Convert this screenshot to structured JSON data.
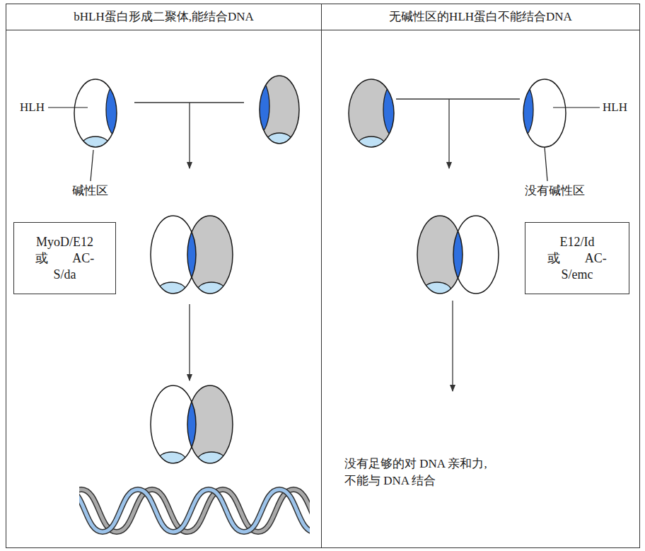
{
  "diagram": {
    "nodes": [
      {
        "text": [
          "bHLH蛋白形成二聚体,能结合DNA"
        ]
      },
      {
        "text": [
          "MyoD/E12 或 AC-S/da"
        ],
        "in": 0
      },
      {
        "text": [
          "无碱性区的HLH蛋白不能结合DNA"
        ]
      },
      {
        "text": [
          "E12/Id 或 AC-S/emc"
        ],
        "in": 2
      }
    ],
    "labels": [
      "HLH",
      "碱性区",
      "HLH",
      "没有碱性区",
      "没有足够的对 DNA 亲和力, 不能与 DNA 结合"
    ]
  }
}
